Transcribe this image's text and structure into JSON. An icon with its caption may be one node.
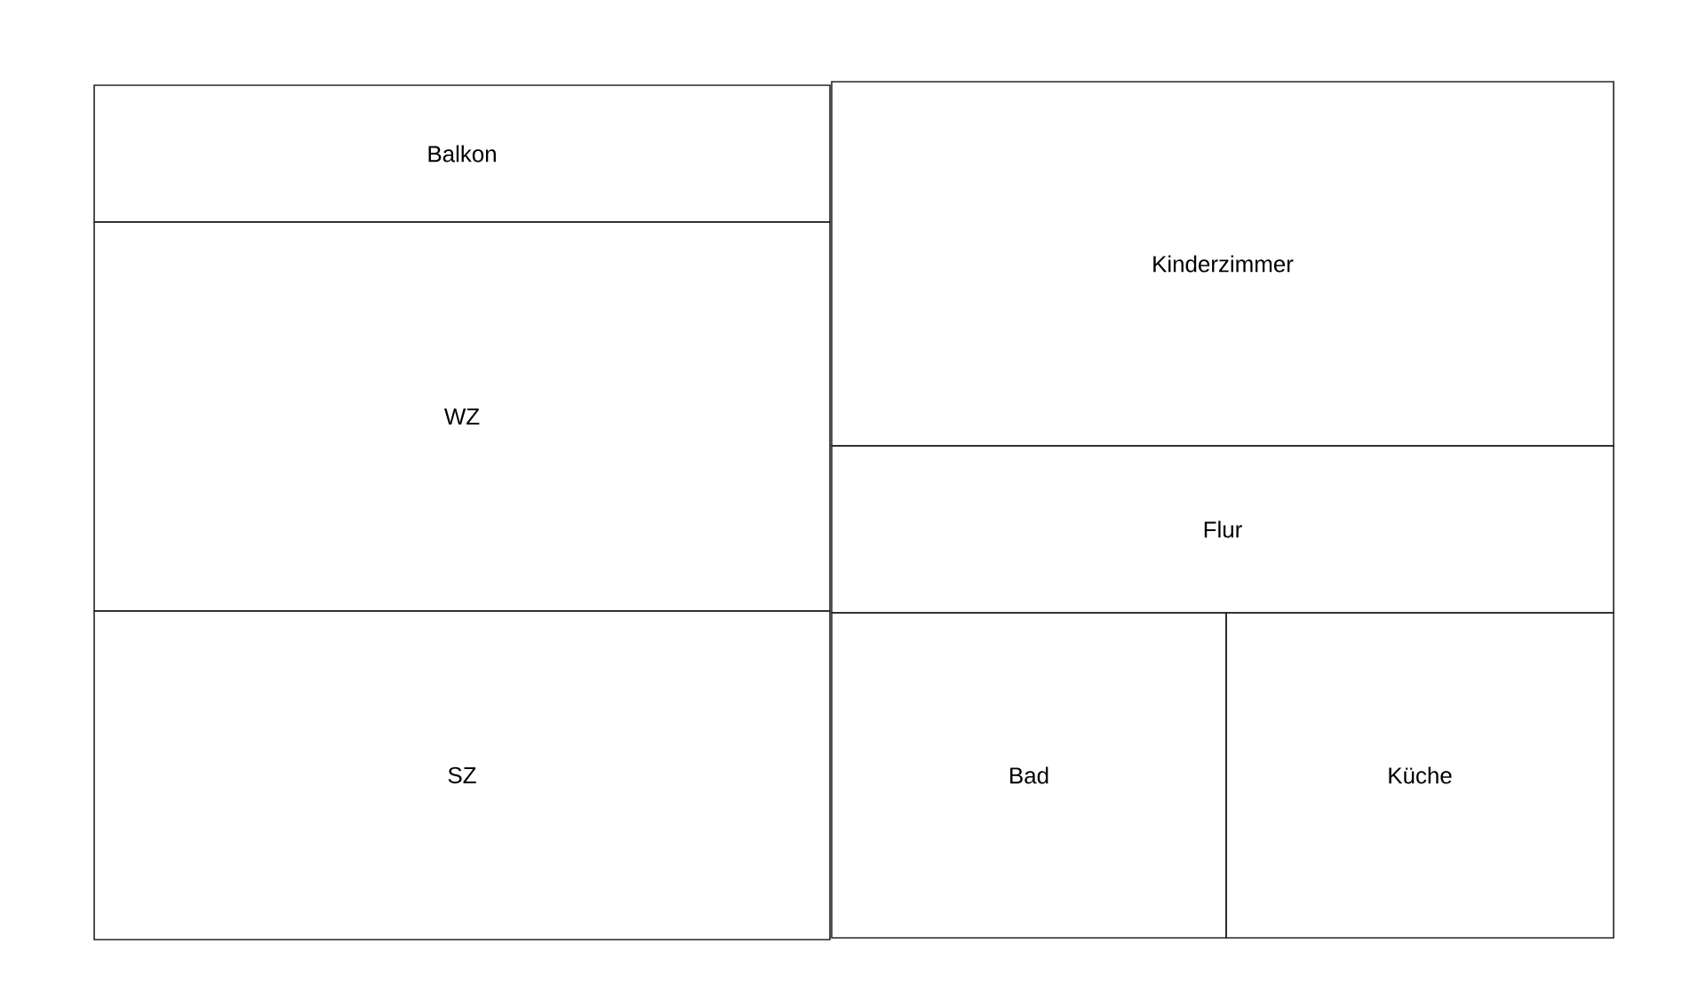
{
  "diagram": {
    "nodes": [
      {
        "text": [
          "Balkon"
        ]
      },
      {
        "text": [
          "WZ"
        ]
      },
      {
        "text": [
          "SZ"
        ]
      },
      {
        "text": [
          "Kinderzimmer"
        ]
      },
      {
        "text": [
          "Flur"
        ]
      },
      {
        "text": [
          "Bad"
        ]
      },
      {
        "text": [
          "Küche"
        ]
      }
    ]
  }
}
